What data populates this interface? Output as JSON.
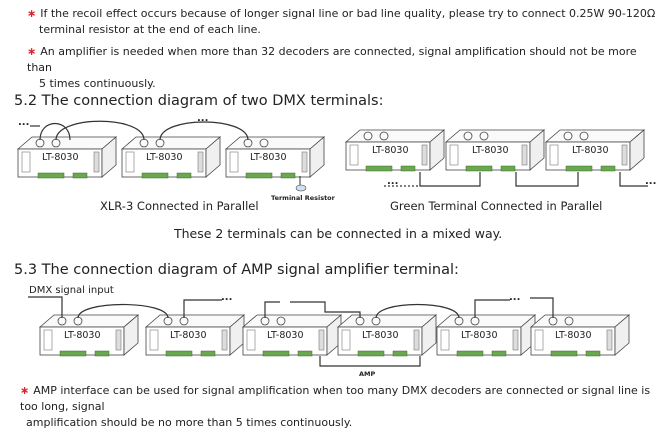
{
  "notes_top": [
    {
      "line1": "If the recoil effect occurs because of longer signal line or bad line quality, please try to connect 0.25W 90-120Ω",
      "line2": "terminal resistor at the end of each line."
    },
    {
      "line1": "An amplifier is needed when more than 32 decoders are connected, signal amplification should not be more than",
      "line2": "5 times continuously."
    }
  ],
  "section_52": {
    "heading": "5.2 The connection diagram of two DMX terminals:",
    "device_label": "LT-8030",
    "terminal_resistor": "Terminal Resistor",
    "caption_left": "XLR-3 Connected in Parallel",
    "caption_right": "Green Terminal Connected in Parallel",
    "mixed_note": "These 2 terminals can be connected in a mixed way."
  },
  "section_53": {
    "heading": "5.3 The connection diagram of AMP signal amplifier terminal:",
    "dmx_input": "DMX signal input",
    "amp_label": "AMP",
    "device_label": "LT-8030"
  },
  "note_bottom": {
    "line1": "AMP interface can be used for signal amplification when too many DMX decoders are connected or signal line is too long, signal",
    "line2": "amplification should be no more than 5 times continuously."
  },
  "star_glyph": "∗",
  "ellipsis": "...",
  "colors": {
    "star": "#e0202a",
    "device_stroke": "#444444",
    "terminal_green": "#6aa84f",
    "wire": "#333333"
  }
}
